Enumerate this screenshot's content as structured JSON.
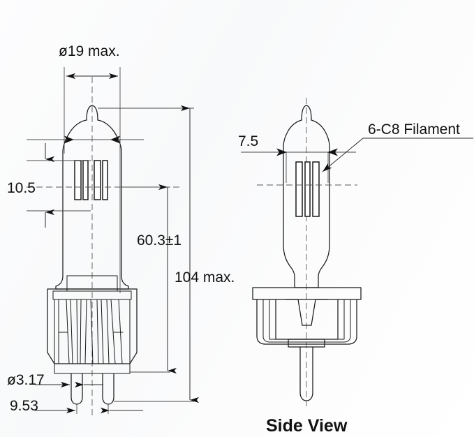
{
  "drawing": {
    "title": "Lamp Dimensional Drawing",
    "units": "mm",
    "background_color": "#fafbfc",
    "line_color": "#1a1a1a"
  },
  "front_view": {
    "label": "",
    "dimensions": {
      "bulb_diameter": "ø19 max.",
      "filament_height": "10.5",
      "light_center_length": "60.3±1",
      "overall_length": "104 max.",
      "pin_diameter": "ø3.17",
      "pin_spacing": "9.53"
    }
  },
  "side_view": {
    "label": "Side View",
    "dimensions": {
      "filament_width": "7.5"
    },
    "annotations": {
      "filament_type": "6-C8 Filament"
    }
  },
  "callouts": [
    {
      "id": "dia19",
      "text": "ø19 max.",
      "view": "front"
    },
    {
      "id": "h105",
      "text": "10.5",
      "view": "front"
    },
    {
      "id": "lcl603",
      "text": "60.3±1",
      "view": "front"
    },
    {
      "id": "len104",
      "text": "104 max.",
      "view": "front"
    },
    {
      "id": "pindia",
      "text": "ø3.17",
      "view": "front"
    },
    {
      "id": "pinspace",
      "text": "9.53",
      "view": "front"
    },
    {
      "id": "w75",
      "text": "7.5",
      "view": "side"
    },
    {
      "id": "filament",
      "text": "6-C8 Filament",
      "view": "side"
    },
    {
      "id": "sideview",
      "text": "Side View",
      "view": "side"
    }
  ]
}
